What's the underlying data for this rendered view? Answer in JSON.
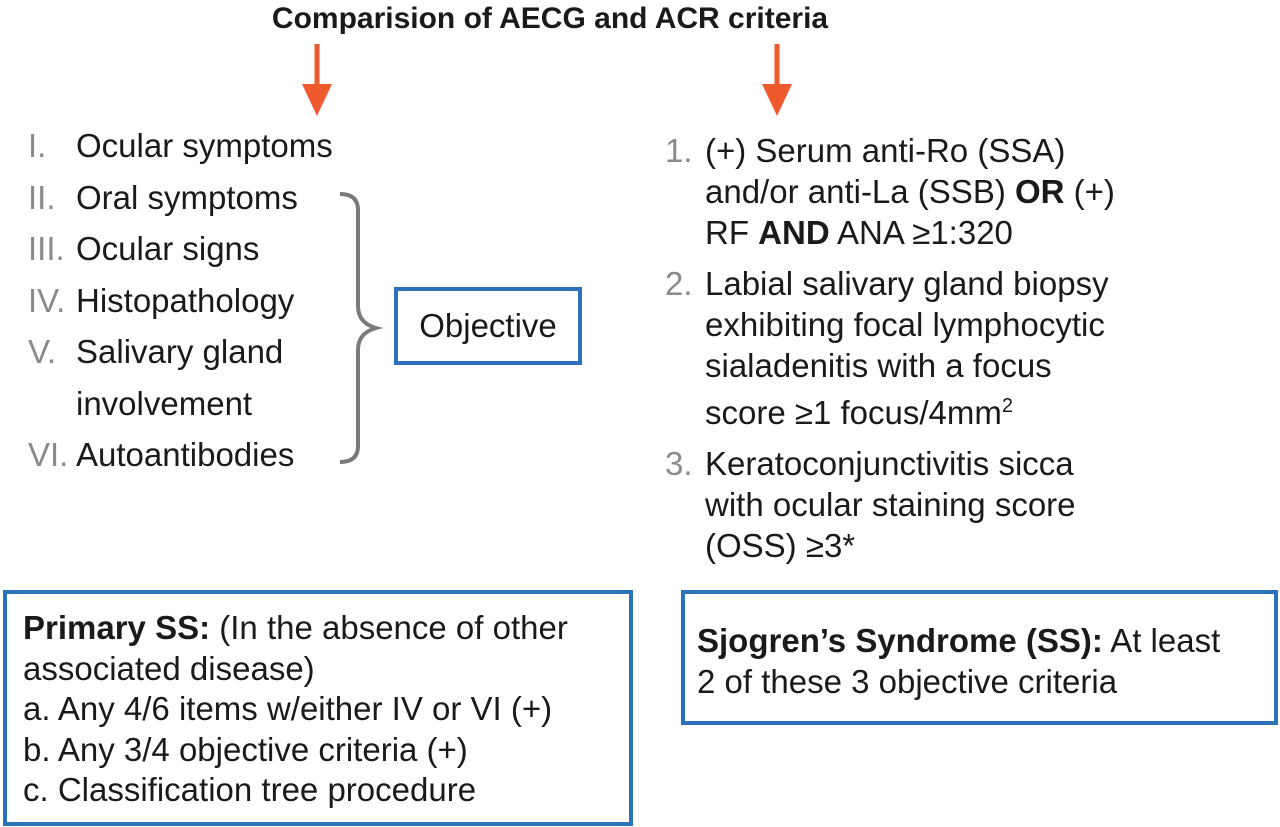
{
  "title": "Comparision of AECG and ACR criteria",
  "colors": {
    "arrow": "#ee5a2e",
    "box_border": "#2a73b8",
    "numeral": "#8a8a8a",
    "brace": "#7a7a7a"
  },
  "aecg": {
    "items": [
      {
        "num": "I.",
        "text": "Ocular symptoms"
      },
      {
        "num": "II.",
        "text": "Oral symptoms"
      },
      {
        "num": "III.",
        "text": "Ocular signs"
      },
      {
        "num": "IV.",
        "text": "Histopathology"
      },
      {
        "num": "V.",
        "text": "Salivary gland"
      },
      {
        "num": "",
        "text": "involvement"
      },
      {
        "num": "VI.",
        "text": "Autoantibodies"
      }
    ],
    "objective_label": "Objective"
  },
  "acr": {
    "c1": {
      "num": "1.",
      "l1": "(+) Serum anti-Ro (SSA)",
      "l2a": "and/or anti-La (SSB) ",
      "l2b": "OR",
      "l2c": " (+)",
      "l3a": "RF ",
      "l3b": "AND",
      "l3c": " ANA ≥1:320"
    },
    "c2": {
      "num": "2.",
      "l1": "Labial salivary gland biopsy",
      "l2": "exhibiting focal lymphocytic",
      "l3": "sialadenitis with a focus",
      "l4": "score ≥1 focus/4mm",
      "l4sup": "2"
    },
    "c3": {
      "num": "3.",
      "l1": "Keratoconjunctivitis sicca",
      "l2": "with ocular staining score",
      "l3": "(OSS) ≥3*"
    }
  },
  "primary_box": {
    "label": "Primary SS:",
    "l1rest": " (In the absence of other",
    "l2": "associated disease)",
    "l3": "a. Any 4/6 items w/either IV or VI (+)",
    "l4": "b. Any 3/4 objective criteria (+)",
    "l5": "c. Classification tree procedure"
  },
  "sjogren_box": {
    "label": "Sjogren’s Syndrome (SS):",
    "l1rest": " At least",
    "l2": "2 of these 3 objective criteria"
  }
}
